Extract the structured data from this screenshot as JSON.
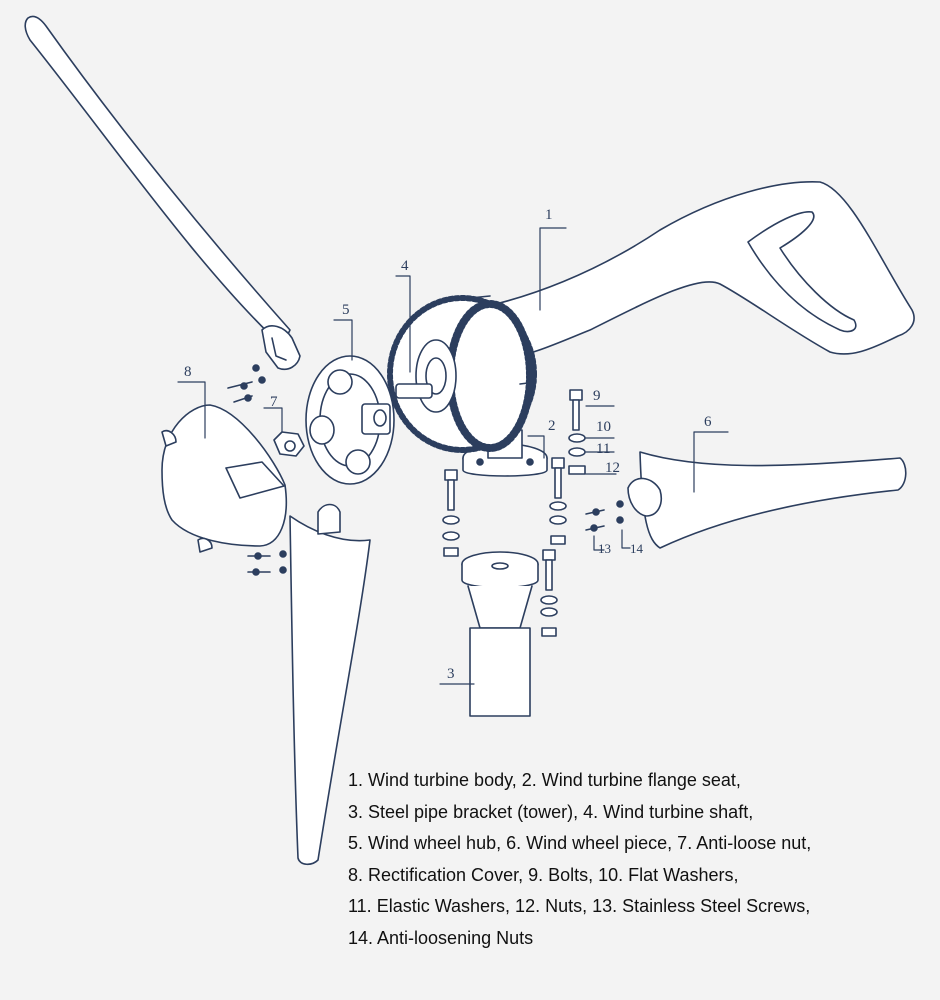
{
  "diagram": {
    "callouts": [
      {
        "id": "c1",
        "text": "1"
      },
      {
        "id": "c2",
        "text": "2"
      },
      {
        "id": "c3",
        "text": "3"
      },
      {
        "id": "c4",
        "text": "4"
      },
      {
        "id": "c5",
        "text": "5"
      },
      {
        "id": "c6",
        "text": "6"
      },
      {
        "id": "c7",
        "text": "7"
      },
      {
        "id": "c8",
        "text": "8"
      },
      {
        "id": "c9",
        "text": "9"
      },
      {
        "id": "c10",
        "text": "10"
      },
      {
        "id": "c11",
        "text": "11"
      },
      {
        "id": "c12",
        "text": "12"
      },
      {
        "id": "c13",
        "text": "13"
      },
      {
        "id": "c14",
        "text": "14"
      }
    ],
    "legend_lines": [
      "1. Wind turbine body, 2. Wind turbine flange seat,",
      "3. Steel pipe bracket (tower), 4. Wind turbine shaft,",
      "5. Wind wheel hub, 6. Wind wheel piece, 7. Anti-loose nut,",
      "8. Rectification Cover, 9. Bolts, 10. Flat Washers,",
      "11. Elastic Washers, 12. Nuts, 13. Stainless Steel Screws,",
      "14. Anti-loosening Nuts"
    ],
    "colors": {
      "background": "#f3f3f3",
      "line": "#2c3e5e",
      "part_fill": "#ffffff",
      "legend_text": "#111111"
    }
  }
}
